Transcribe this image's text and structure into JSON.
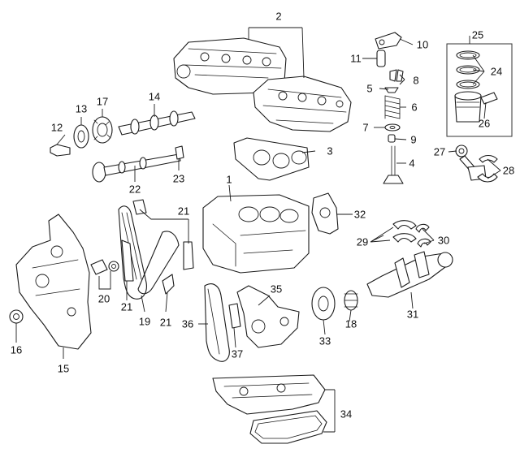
{
  "diagram": {
    "callouts": [
      {
        "id": "c1",
        "text": "1"
      },
      {
        "id": "c2",
        "text": "2"
      },
      {
        "id": "c3",
        "text": "3"
      },
      {
        "id": "c4",
        "text": "4"
      },
      {
        "id": "c5",
        "text": "5"
      },
      {
        "id": "c6",
        "text": "6"
      },
      {
        "id": "c7",
        "text": "7"
      },
      {
        "id": "c8",
        "text": "8"
      },
      {
        "id": "c9",
        "text": "9"
      },
      {
        "id": "c10",
        "text": "10"
      },
      {
        "id": "c11",
        "text": "11"
      },
      {
        "id": "c12",
        "text": "12"
      },
      {
        "id": "c13",
        "text": "13"
      },
      {
        "id": "c14",
        "text": "14"
      },
      {
        "id": "c15",
        "text": "15"
      },
      {
        "id": "c16",
        "text": "16"
      },
      {
        "id": "c17",
        "text": "17"
      },
      {
        "id": "c18",
        "text": "18"
      },
      {
        "id": "c19",
        "text": "19"
      },
      {
        "id": "c20",
        "text": "20"
      },
      {
        "id": "c21a",
        "text": "21"
      },
      {
        "id": "c21b",
        "text": "21"
      },
      {
        "id": "c21c",
        "text": "21"
      },
      {
        "id": "c22",
        "text": "22"
      },
      {
        "id": "c23",
        "text": "23"
      },
      {
        "id": "c24",
        "text": "24"
      },
      {
        "id": "c25",
        "text": "25"
      },
      {
        "id": "c26",
        "text": "26"
      },
      {
        "id": "c27",
        "text": "27"
      },
      {
        "id": "c28",
        "text": "28"
      },
      {
        "id": "c29",
        "text": "29"
      },
      {
        "id": "c30",
        "text": "30"
      },
      {
        "id": "c31",
        "text": "31"
      },
      {
        "id": "c32",
        "text": "32"
      },
      {
        "id": "c33",
        "text": "33"
      },
      {
        "id": "c34",
        "text": "34"
      },
      {
        "id": "c35",
        "text": "35"
      },
      {
        "id": "c36",
        "text": "36"
      },
      {
        "id": "c37",
        "text": "37"
      }
    ]
  }
}
